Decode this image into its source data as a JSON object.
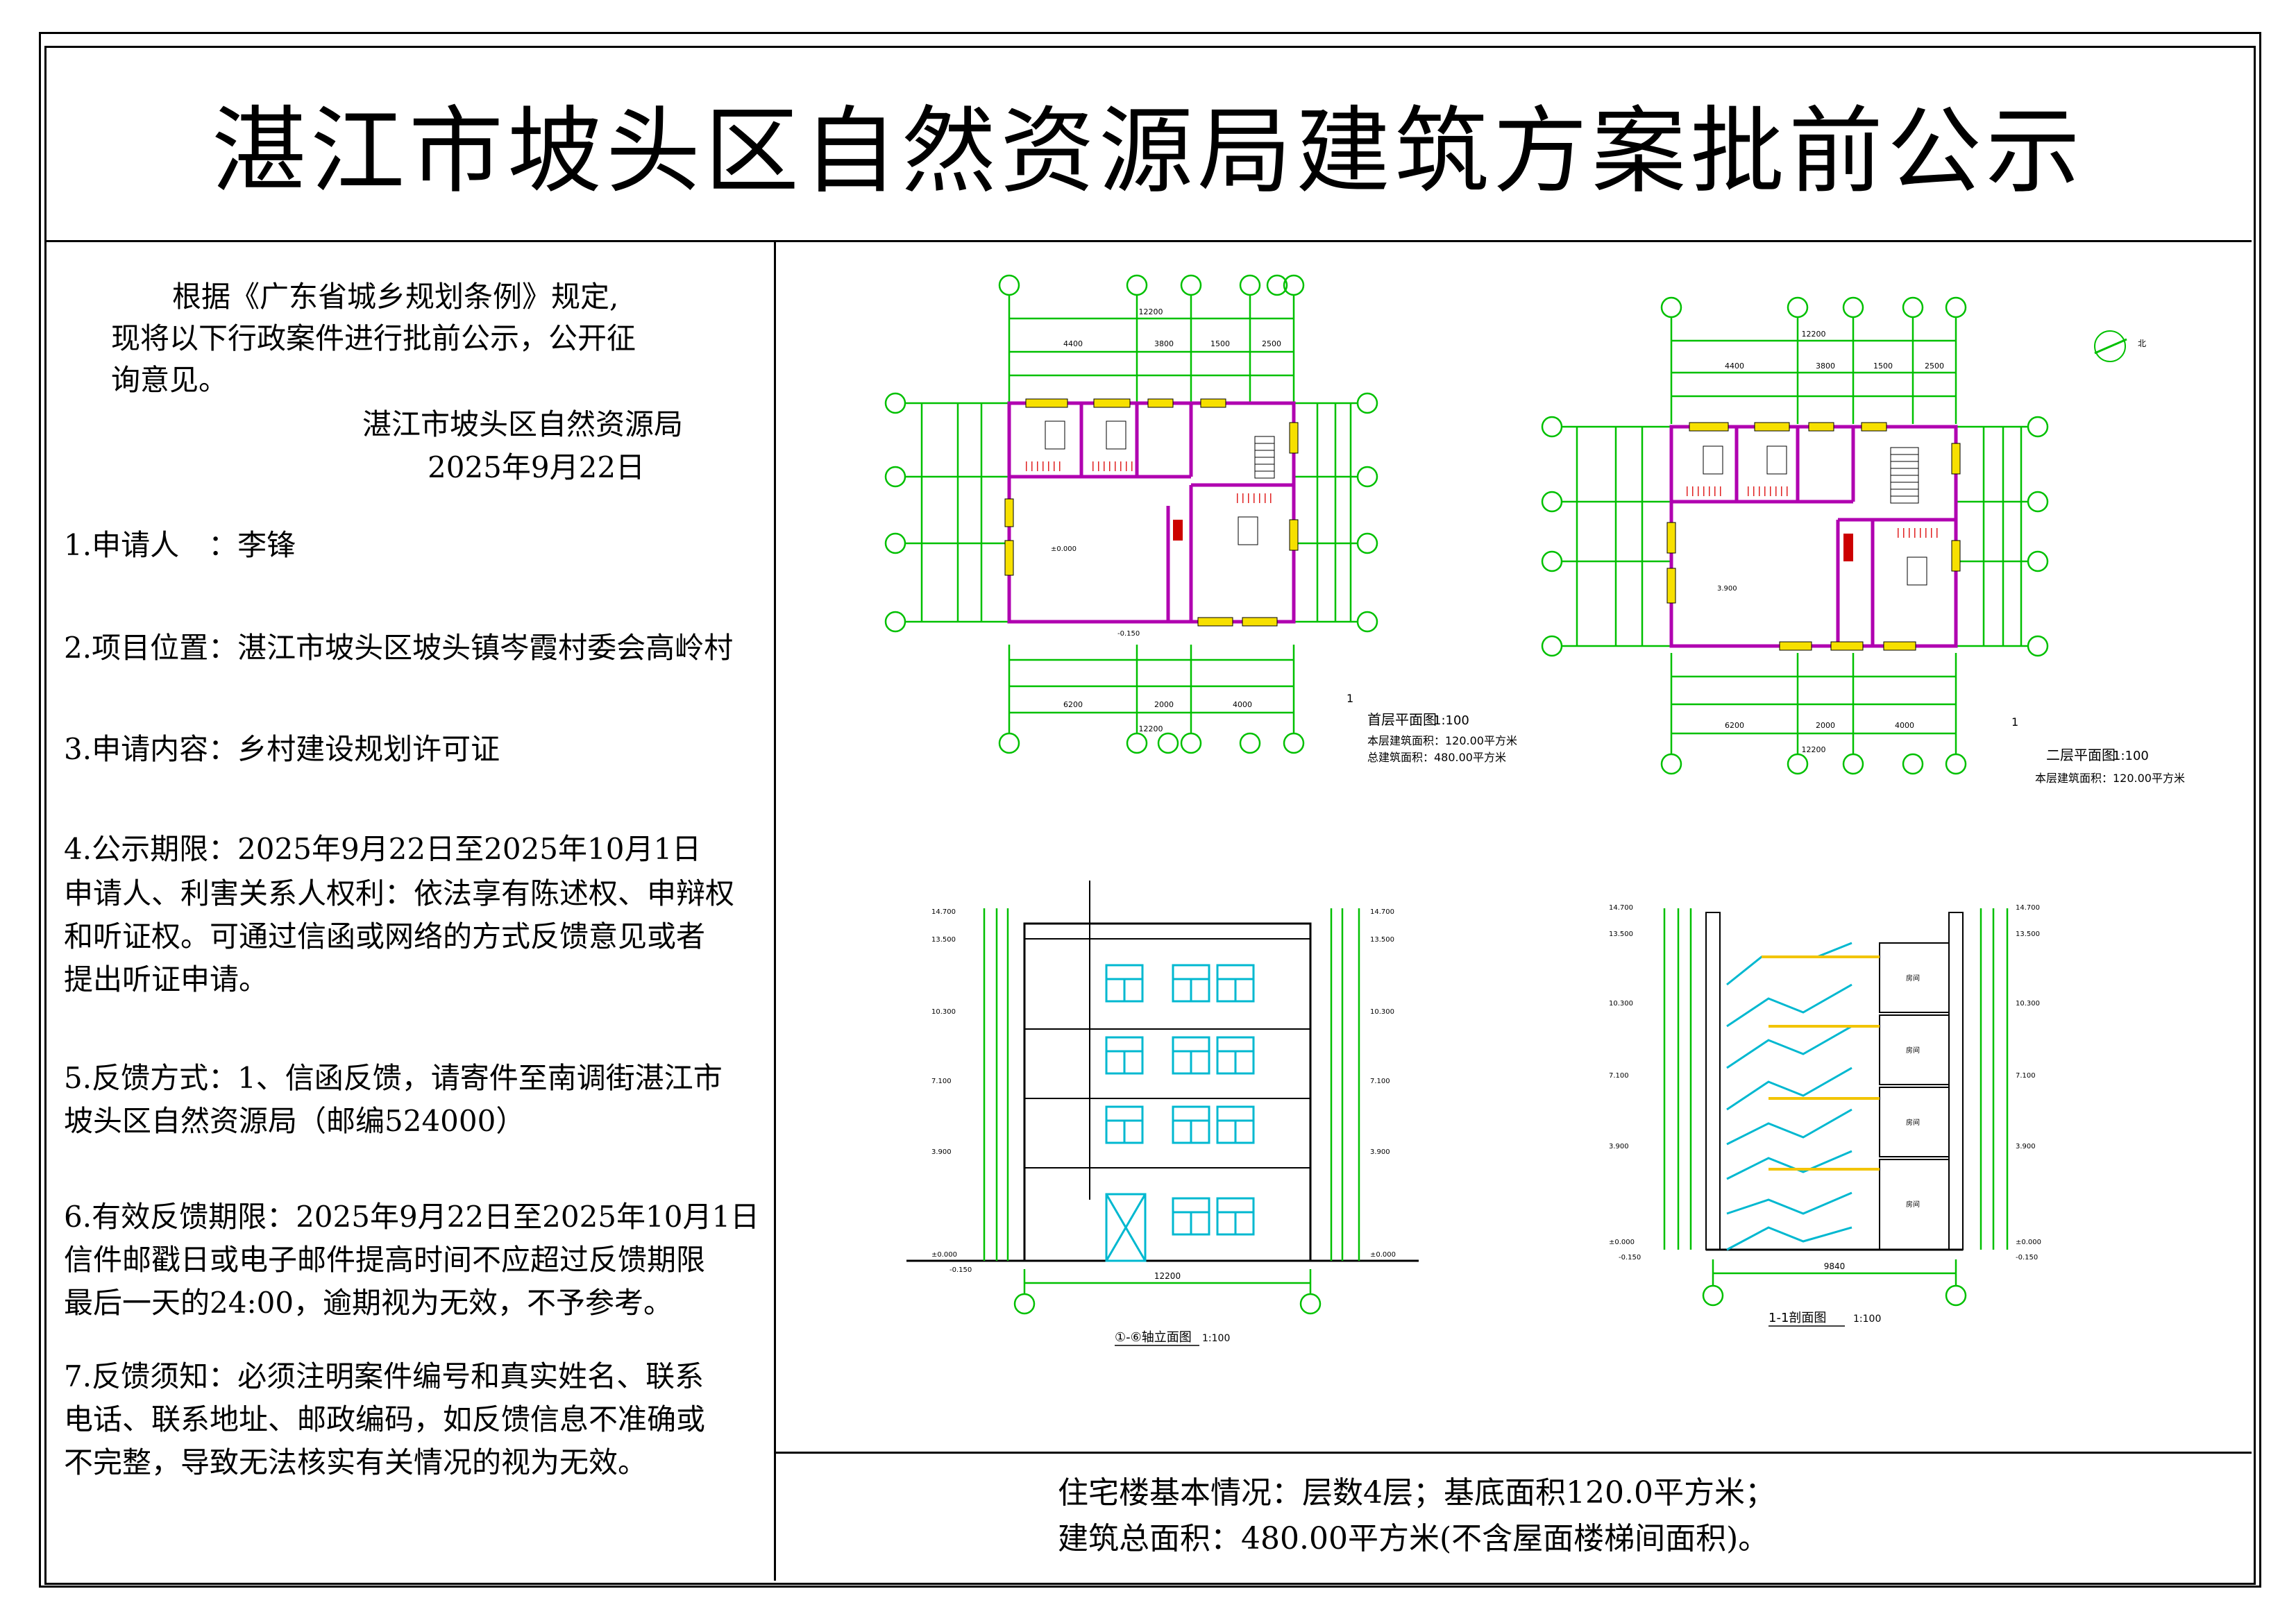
{
  "title": "湛江市坡头区自然资源局建筑方案批前公示",
  "intro": {
    "line1": "根据《广东省城乡规划条例》规定,",
    "line2": "现将以下行政案件进行批前公示，公开征",
    "line3": "询意见。",
    "issuer": "湛江市坡头区自然资源局",
    "date": "2025年9月22日"
  },
  "items": {
    "applicant": "1.申请人　：李锋",
    "location": "2.项目位置：湛江市坡头区坡头镇岑霞村委会高岭村",
    "content": "3.申请内容：乡村建设规划许可证",
    "period": "4.公示期限：2025年9月22日至2025年10月1日",
    "rights1": "申请人、利害关系人权利：依法享有陈述权、申辩权",
    "rights2": "和听证权。可通过信函或网络的方式反馈意见或者",
    "rights3": "提出听证申请。",
    "feedback1": "5.反馈方式：1、信函反馈，请寄件至南调街湛江市",
    "feedback2": "坡头区自然资源局（邮编524000）",
    "valid1": "6.有效反馈期限：2025年9月22日至2025年10月1日",
    "valid2": "信件邮戳日或电子邮件提高时间不应超过反馈期限",
    "valid3": "最后一天的24:00，逾期视为无效，不予参考。",
    "notice1": "7.反馈须知：必须注明案件编号和真实姓名、联系",
    "notice2": "电话、联系地址、邮政编码，如反馈信息不准确或",
    "notice3": "不完整，导致无法核实有关情况的视为无效。"
  },
  "summary": {
    "line1": "住宅楼基本情况：层数4层；基底面积120.0平方米；",
    "line2": "建筑总面积：480.00平方米(不含屋面楼梯间面积)。"
  },
  "drawings": {
    "plan1_title": "首层平面图",
    "plan1_scale": "1:100",
    "plan1_area": "本层建筑面积：120.00平方米",
    "plan1_total": "总建筑面积：480.00平方米",
    "plan2_title": "二层平面图",
    "plan2_scale": "1:100",
    "plan2_area": "本层建筑面积：120.00平方米",
    "elev_title": "①-⑥轴立面图",
    "elev_scale": "1:100",
    "section_title": "1-1剖面图",
    "section_scale": "1:100",
    "dim_total": "12200",
    "dim_9840": "9840",
    "dims_top": [
      "4400",
      "3800",
      "1500",
      "2500"
    ],
    "dims_bottom": [
      "6200",
      "2000",
      "4000"
    ],
    "level_14700": "14.700",
    "level_13500": "13.500",
    "level_10300": "10.300",
    "level_7100": "7.100",
    "level_3900": "3.900",
    "level_0": "±0.000",
    "level_m150": "-0.150",
    "room_label": "房间",
    "north_label": "北"
  }
}
